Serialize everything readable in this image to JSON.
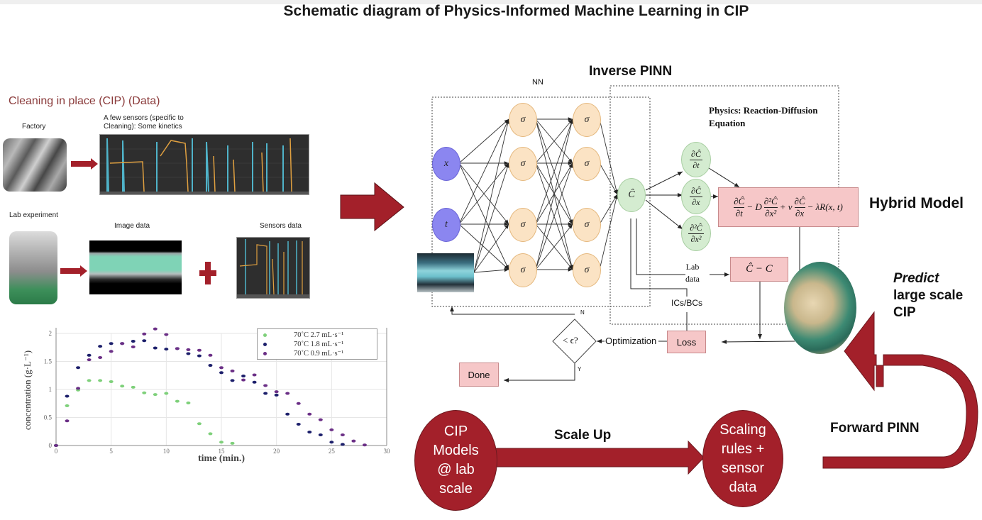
{
  "title": "Schematic diagram of Physics-Informed Machine Learning in CIP",
  "left_panel": {
    "heading": "Cleaning in place (CIP) (Data)",
    "factory_label": "Factory",
    "factory_sensors_label_line1": "A few sensors (specific to",
    "factory_sensors_label_line2": "Cleaning): Some kinetics",
    "lab_label": "Lab experiment",
    "image_data_label": "Image data",
    "sensors_data_label": "Sensors data",
    "plus_symbol": "+"
  },
  "inverse_pinn": {
    "title": "Inverse PINN",
    "nn_label": "NN",
    "inputs": [
      "x",
      "t"
    ],
    "hidden_symbol": "σ",
    "output_symbol": "Ĉ",
    "physics_title_line1": "Physics: Reaction-Diffusion",
    "physics_title_line2": "Equation",
    "derivatives": [
      {
        "num": "∂Ĉ",
        "den": "∂t"
      },
      {
        "num": "∂Ĉ",
        "den": "∂x"
      },
      {
        "num": "∂²Ĉ",
        "den": "∂x²"
      }
    ],
    "equation": {
      "t1_num": "∂Ĉ",
      "t1_den": "∂t",
      "op1": "− D",
      "t2_num": "∂²Ĉ",
      "t2_den": "∂x²",
      "op2": "+ v",
      "t3_num": "∂Ĉ",
      "t3_den": "∂x",
      "tail": "− λR(x, t)"
    },
    "lab_data_line1": "Lab",
    "lab_data_line2": "data",
    "residual": "Ĉ − C",
    "ics_bcs": "ICs/BCs",
    "loss": "Loss",
    "optimization": "Optimization",
    "decision": "< ϵ?",
    "decision_no": "N",
    "decision_yes": "Y",
    "done": "Done"
  },
  "hybrid_model_label": "Hybrid Model",
  "predict": {
    "line1": "Predict",
    "line2": "large scale",
    "line3": "CIP"
  },
  "bottom_flow": {
    "lab_models": [
      "CIP",
      "Models",
      "@ lab",
      "scale"
    ],
    "scale_up_label": "Scale Up",
    "scaling": [
      "Scaling",
      "rules +",
      "sensor",
      "data"
    ],
    "forward_pinn_label": "Forward PINN"
  },
  "colors": {
    "accent_red": "#a3202a",
    "pink_box": "#f6c7c8",
    "input_node": "#8b86f0",
    "hidden_node": "#fbe3c4",
    "output_node": "#d4ecd0"
  },
  "chart_data": {
    "type": "scatter",
    "title": "",
    "xlabel": "time (min.)",
    "ylabel": "concentration (g·L⁻¹)",
    "xlim": [
      0,
      30
    ],
    "ylim": [
      0,
      2
    ],
    "xticks": [
      0,
      5,
      10,
      15,
      20,
      25,
      30
    ],
    "yticks": [
      0,
      0.5,
      1,
      1.5,
      2
    ],
    "grid": true,
    "legend_position": "top-right",
    "series": [
      {
        "name": "70˚C 2.7 mL·s⁻¹",
        "color": "#7ed07a",
        "x": [
          0,
          1,
          2,
          3,
          4,
          5,
          6,
          7,
          8,
          9,
          10,
          11,
          12,
          13,
          14,
          15,
          16
        ],
        "y": [
          0,
          0.71,
          0.99,
          1.16,
          1.16,
          1.14,
          1.06,
          1.04,
          0.94,
          0.91,
          0.93,
          0.79,
          0.76,
          0.39,
          0.21,
          0.06,
          0.04
        ]
      },
      {
        "name": "70˚C 1.8 mL·s⁻¹",
        "color": "#1c1f6b",
        "x": [
          0,
          1,
          2,
          3,
          4,
          5,
          6,
          7,
          8,
          9,
          10,
          11,
          12,
          13,
          14,
          15,
          16,
          17,
          18,
          19,
          20,
          21,
          22,
          23,
          24,
          25,
          26
        ],
        "y": [
          0,
          0.88,
          1.39,
          1.61,
          1.77,
          1.82,
          1.82,
          1.86,
          1.87,
          1.74,
          1.72,
          1.73,
          1.64,
          1.6,
          1.43,
          1.3,
          1.16,
          1.24,
          1.13,
          0.93,
          0.9,
          0.56,
          0.38,
          0.24,
          0.19,
          0.06,
          0.02
        ]
      },
      {
        "name": "70˚C 0.9 mL·s⁻¹",
        "color": "#6b2f86",
        "x": [
          0,
          1,
          2,
          3,
          4,
          5,
          6,
          7,
          8,
          9,
          10,
          11,
          12,
          13,
          14,
          15,
          16,
          17,
          18,
          19,
          20,
          21,
          22,
          23,
          24,
          25,
          26,
          27,
          28
        ],
        "y": [
          0,
          0.44,
          1.02,
          1.53,
          1.57,
          1.68,
          1.82,
          1.76,
          1.99,
          2.08,
          1.98,
          1.73,
          1.71,
          1.7,
          1.61,
          1.39,
          1.33,
          1.17,
          1.26,
          1.07,
          0.96,
          0.93,
          0.75,
          0.56,
          0.46,
          0.28,
          0.19,
          0.08,
          0.01
        ]
      }
    ]
  }
}
